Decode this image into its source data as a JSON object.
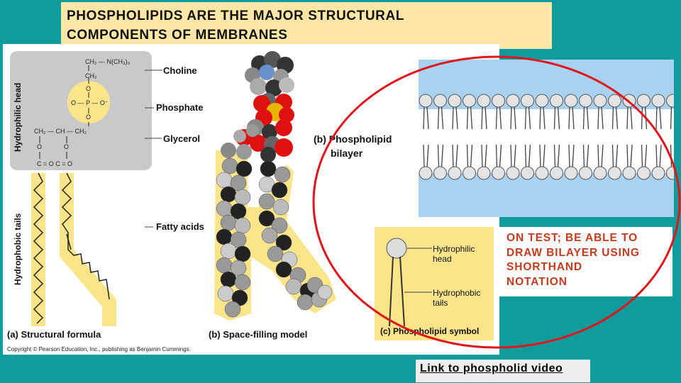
{
  "slide": {
    "title_line1": "PHOSPHOLIPIDS ARE THE MAJOR STRUCTURAL",
    "title_line2": "COMPONENTS OF MEMBRANES"
  },
  "figure": {
    "side_labels": {
      "head": "Hydrophilic head",
      "tails": "Hydrophobic tails"
    },
    "structural": {
      "row1": "CH₂ — N(CH₃)₃",
      "row2": "CH₂",
      "o1": "O",
      "p_row": "O — P — O⁻",
      "o2": "O",
      "glycerol_row": "CH₂ — CH — CH₂",
      "o3": "O",
      "o4": "O",
      "carbonyl_row": "C = O  C = O"
    },
    "part_labels": {
      "choline": "Choline",
      "phosphate": "Phosphate",
      "glycerol": "Glycerol",
      "fatty_acids": "Fatty acids"
    },
    "captions": {
      "a": "(a) Structural formula",
      "b": "(b) Space-filling model",
      "bilayer_b": "(b) Phospholipid",
      "bilayer_b2": "bilayer",
      "c": "(c) Phospholipid symbol"
    },
    "symbol_labels": {
      "head1": "Hydrophilic",
      "head2": "head",
      "tails1": "Hydrophobic",
      "tails2": "tails"
    },
    "copyright": "Copyright © Pearson Education, Inc., publishing as Benjamin Cummings."
  },
  "note": {
    "lines": [
      "ON TEST; BE ABLE TO",
      "DRAW BILAYER USING",
      "SHORTHAND",
      "NOTATION"
    ]
  },
  "link": {
    "label": "Link to phospholid video"
  },
  "colors": {
    "background": "#0e9b9b",
    "title_box": "#fde6a6",
    "note_text": "#c63a1c",
    "circle": "#e0141b",
    "tail_band": "#fbe58a"
  }
}
